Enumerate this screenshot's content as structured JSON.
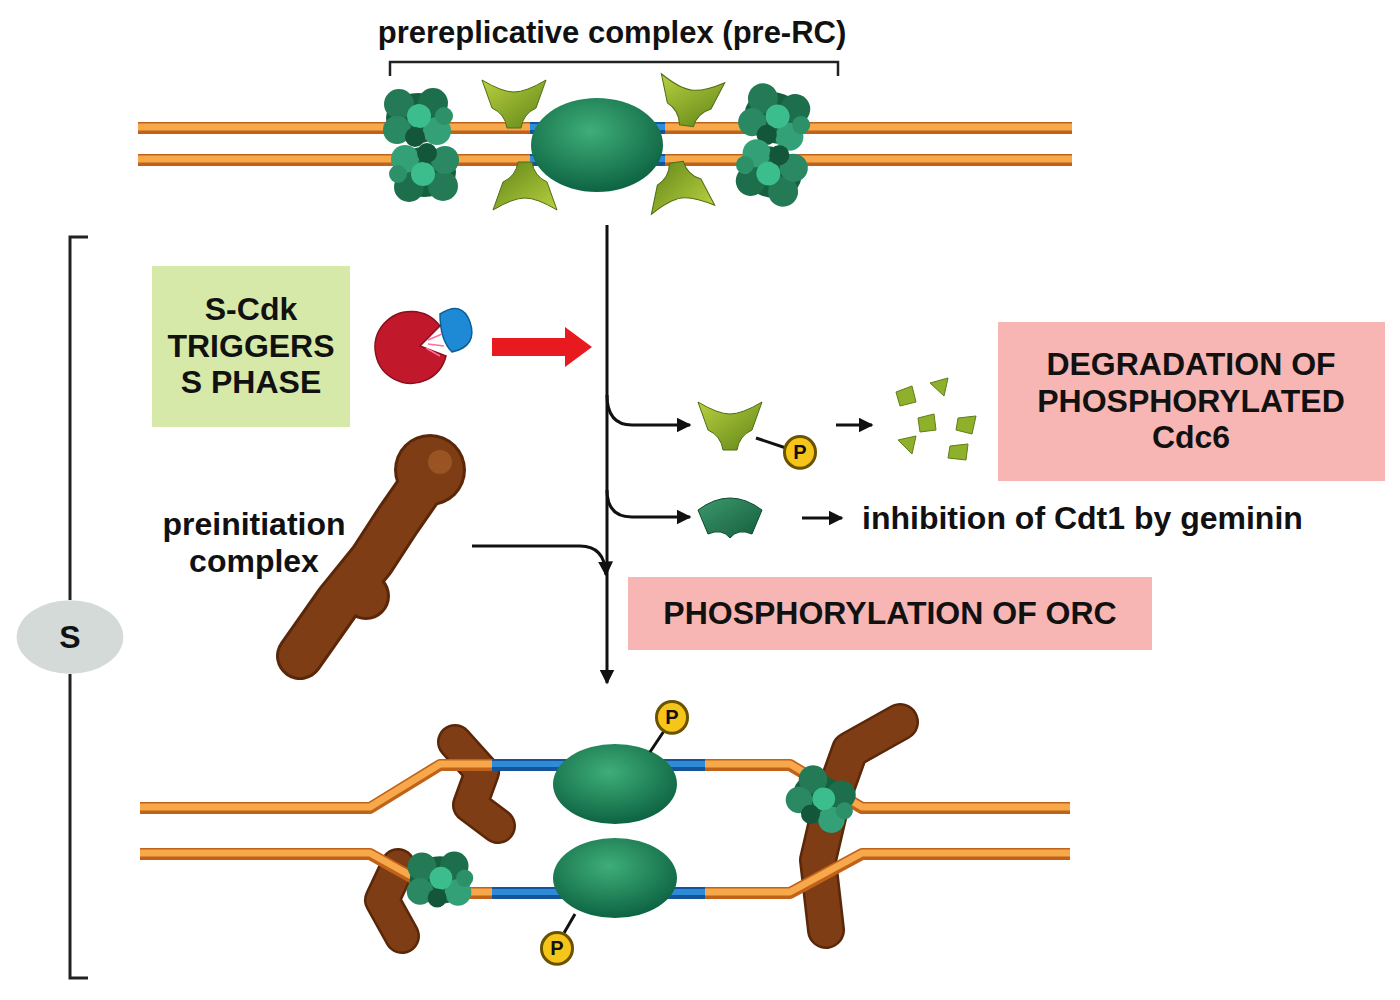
{
  "diagram": {
    "nodes": [
      {
        "text": [
          "S-Cdk TRIGGERS S PHASE"
        ]
      },
      {
        "text": [
          "DEGRADATION OF PHOSPHORYLATED Cdc6"
        ]
      },
      {
        "text": [
          "P"
        ]
      },
      {
        "text": [
          "PHOSPHORYLATION OF ORC"
        ]
      },
      {
        "text": [
          "S"
        ]
      },
      {
        "text": [
          "P"
        ]
      },
      {
        "text": [
          "P"
        ]
      }
    ],
    "labels": [
      "prereplicative complex (pre-RC)",
      "preinitiation complex",
      "inhibition of Cdt1 by geminin"
    ]
  }
}
